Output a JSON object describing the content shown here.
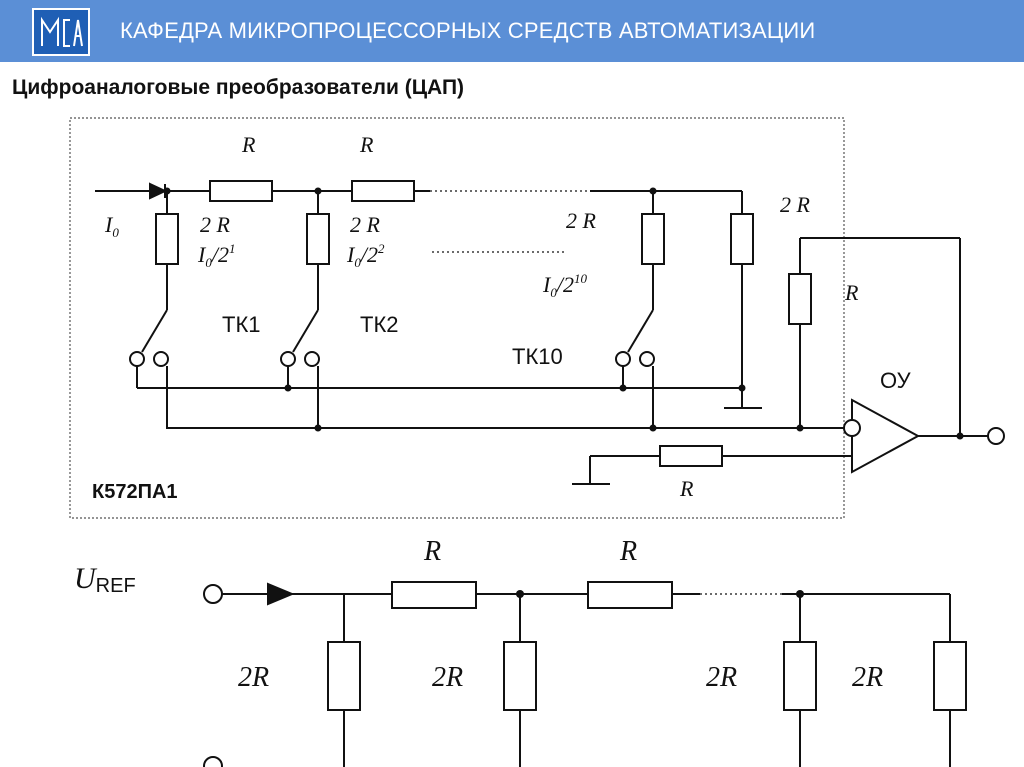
{
  "header": {
    "title": "КАФЕДРА МИКРОПРОЦЕССОРНЫХ СРЕДСТВ АВТОМАТИЗАЦИИ",
    "logo_text": "МСА"
  },
  "page": {
    "subtitle": "Цифроаналоговые преобразователи (ЦАП)"
  },
  "top_circuit": {
    "chip_label": "К572ПА1",
    "current_label": "I",
    "current_sub": "0",
    "series_r1": "R",
    "series_r2": "R",
    "branch_r1": "2 R",
    "branch_r2": "2 R",
    "branch_r3": "2 R",
    "term_r": "2 R",
    "feedback_r": "R",
    "bottom_r": "R",
    "cur1_main": "I",
    "cur1_sub": "0",
    "cur1_rest": "/2",
    "cur1_exp": "1",
    "cur2_main": "I",
    "cur2_sub": "0",
    "cur2_rest": "/2",
    "cur2_exp": "2",
    "cur3_main": "I",
    "cur3_sub": "0",
    "cur3_rest": "/2",
    "cur3_exp": "10",
    "switch1": "ТК1",
    "switch2": "ТК2",
    "switch3": "ТК10",
    "opamp": "ОУ"
  },
  "bottom_circuit": {
    "input_main": "U",
    "input_sub": "REF",
    "series_r1": "R",
    "series_r2": "R",
    "shunt_r1": "2R",
    "shunt_r2": "2R",
    "shunt_r3": "2R",
    "shunt_r4": "2R"
  }
}
